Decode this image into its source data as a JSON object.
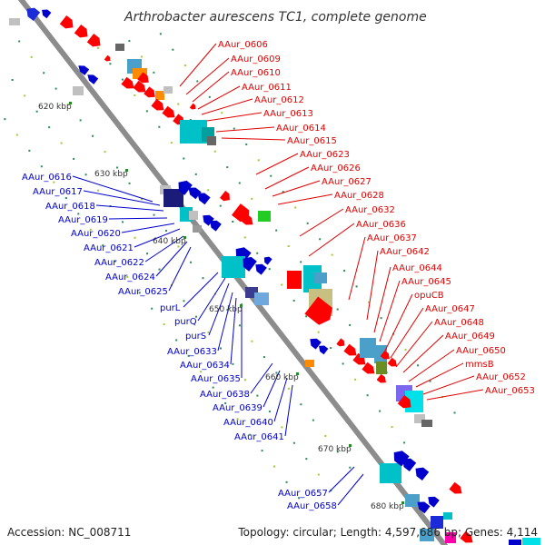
{
  "title": "Arthrobacter aurescens TC1, complete genome",
  "footer": {
    "accession": "Accession: NC_008711",
    "topology": "Topology: circular; Length: 4,597,686 bp; Genes: 4,114"
  },
  "colors": {
    "forward_labels": "#e00000",
    "reverse_labels": "#0000cc",
    "backbone": "#888888",
    "tick": "#228b22"
  },
  "kbp_ticks": [
    "620 kbp",
    "630 kbp",
    "640 kbp",
    "650 kbp",
    "660 kbp",
    "670 kbp",
    "680 kbp"
  ],
  "forward_genes": [
    "AAur_0606",
    "AAur_0609",
    "AAur_0610",
    "AAur_0611",
    "AAur_0612",
    "AAur_0613",
    "AAur_0614",
    "AAur_0615",
    "AAur_0623",
    "AAur_0626",
    "AAur_0627",
    "AAur_0628",
    "AAur_0632",
    "AAur_0636",
    "AAur_0637",
    "AAur_0642",
    "AAur_0644",
    "AAur_0645",
    "opuCB",
    "AAur_0647",
    "AAur_0648",
    "AAur_0649",
    "AAur_0650",
    "mmsB",
    "AAur_0652",
    "AAur_0653"
  ],
  "reverse_genes": [
    "AAur_0616",
    "AAur_0617",
    "AAur_0618",
    "AAur_0619",
    "AAur_0620",
    "AAur_0621",
    "AAur_0622",
    "AAur_0624",
    "AAur_0625",
    "purL",
    "purQ",
    "purS",
    "AAur_0633",
    "AAur_0634",
    "AAur_0635",
    "AAur_0638",
    "AAur_0639",
    "AAur_0640",
    "AAur_0641",
    "AAur_0657",
    "AAur_0658"
  ]
}
